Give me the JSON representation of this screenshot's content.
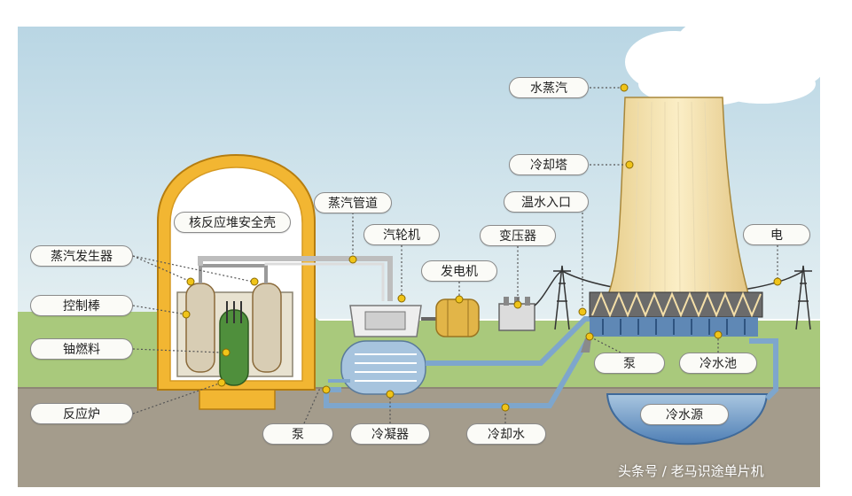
{
  "labels": {
    "steam": "水蒸汽",
    "cooling_tower": "冷却塔",
    "warm_water_inlet": "温水入口",
    "electricity": "电",
    "steam_pipe": "蒸汽管道",
    "containment": "核反应堆安全壳",
    "steam_generator": "蒸汽发生器",
    "control_rod": "控制棒",
    "uranium_fuel": "铀燃料",
    "reactor": "反应炉",
    "turbine": "汽轮机",
    "generator": "发电机",
    "transformer": "变压器",
    "pump_left": "泵",
    "condenser": "冷凝器",
    "cooling_water": "冷却水",
    "pump_right": "泵",
    "cold_water_pool": "冷水池",
    "cold_water_source": "冷水源"
  },
  "watermark": "头条号 / 老马识途单片机",
  "colors": {
    "sky": "#cfe4ee",
    "grass": "#a9c97c",
    "soil": "#a49c8c",
    "containment": "#f2b632",
    "water": "#7ea6cc",
    "tower": "#f4dfa8",
    "core": "#4f8f3c"
  }
}
